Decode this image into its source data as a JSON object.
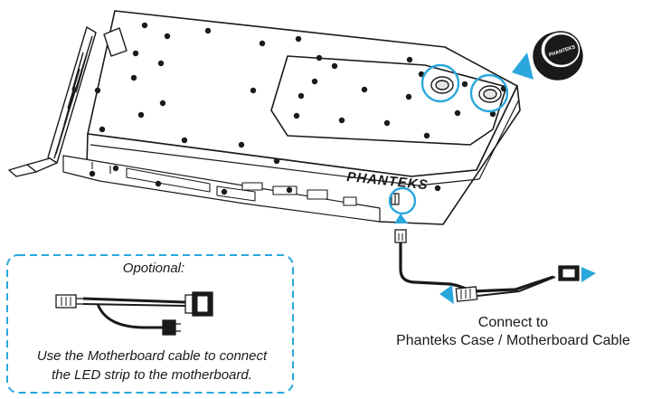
{
  "brand_logo_text": "PHANTEKS",
  "plug_logo_text": "PHANTEKS",
  "optional_box": {
    "title": "Opotional:",
    "description_line1": "Use the Motherboard cable to connect",
    "description_line2": "the LED strip to the motherboard."
  },
  "connect_caption": {
    "line1": "Connect to",
    "line2": "Phanteks Case / Motherboard Cable"
  },
  "colors": {
    "accent": "#2aa7dc",
    "line": "#1a1a1a",
    "panel": "#ffffff"
  }
}
